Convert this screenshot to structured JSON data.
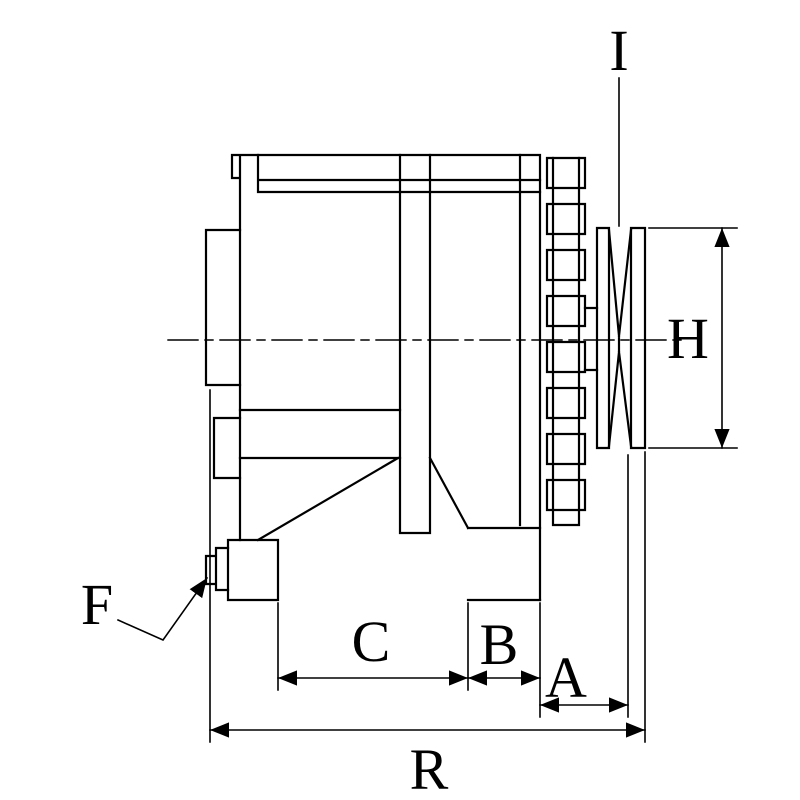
{
  "drawing": {
    "background": "#ffffff",
    "line_color": "#000000",
    "labels": {
      "i": "I",
      "h": "H",
      "f": "F",
      "c": "C",
      "b": "B",
      "a": "A",
      "r": "R"
    }
  }
}
